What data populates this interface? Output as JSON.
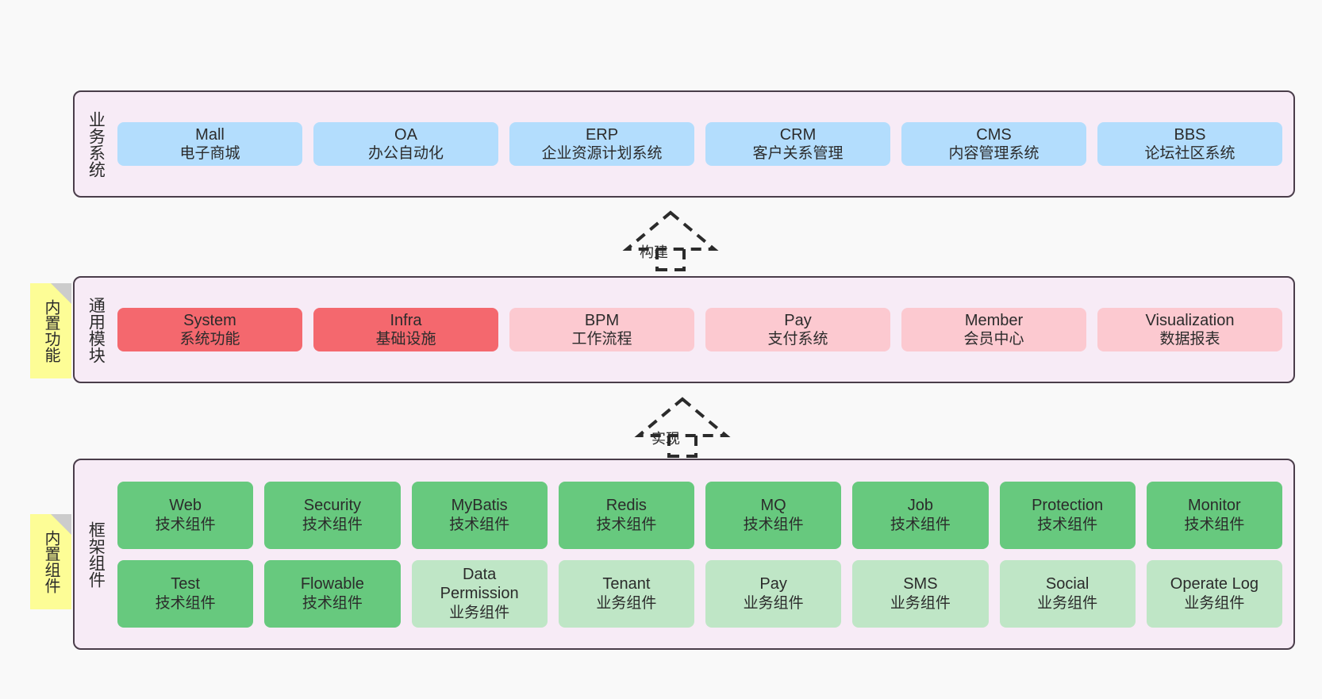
{
  "diagram": {
    "background_color": "#f9f9f9",
    "palette": {
      "band_fill": "#f7ebf6",
      "band_border": "#4a3d4a",
      "business_node": "#b3ddfd",
      "module_primary": "#f4686e",
      "module_secondary": "#fcc9d0",
      "tech_component": "#67c97e",
      "business_component": "#bfe6c6",
      "note_fill": "#fdfd96",
      "note_fold": "#cccccc",
      "text": "#2b2b2b"
    },
    "layers": [
      {
        "id": "business-system",
        "title": "业务系统",
        "note": null,
        "rows": [
          {
            "nodes": [
              {
                "en": "Mall",
                "cn": "电子商城",
                "color": "blue"
              },
              {
                "en": "OA",
                "cn": "办公自动化",
                "color": "blue"
              },
              {
                "en": "ERP",
                "cn": "企业资源计划系统",
                "color": "blue"
              },
              {
                "en": "CRM",
                "cn": "客户关系管理",
                "color": "blue"
              },
              {
                "en": "CMS",
                "cn": "内容管理系统",
                "color": "blue"
              },
              {
                "en": "BBS",
                "cn": "论坛社区系统",
                "color": "blue"
              }
            ]
          }
        ]
      },
      {
        "id": "common-modules",
        "title": "通用模块",
        "note": "内置功能",
        "rows": [
          {
            "nodes": [
              {
                "en": "System",
                "cn": "系统功能",
                "color": "red"
              },
              {
                "en": "Infra",
                "cn": "基础设施",
                "color": "red"
              },
              {
                "en": "BPM",
                "cn": "工作流程",
                "color": "pink"
              },
              {
                "en": "Pay",
                "cn": "支付系统",
                "color": "pink"
              },
              {
                "en": "Member",
                "cn": "会员中心",
                "color": "pink"
              },
              {
                "en": "Visualization",
                "cn": "数据报表",
                "color": "pink"
              }
            ]
          }
        ]
      },
      {
        "id": "framework-components",
        "title": "框架组件",
        "note": "内置组件",
        "rows": [
          {
            "nodes": [
              {
                "en": "Web",
                "cn": "技术组件",
                "color": "green"
              },
              {
                "en": "Security",
                "cn": "技术组件",
                "color": "green"
              },
              {
                "en": "MyBatis",
                "cn": "技术组件",
                "color": "green"
              },
              {
                "en": "Redis",
                "cn": "技术组件",
                "color": "green"
              },
              {
                "en": "MQ",
                "cn": "技术组件",
                "color": "green"
              },
              {
                "en": "Job",
                "cn": "技术组件",
                "color": "green"
              },
              {
                "en": "Protection",
                "cn": "技术组件",
                "color": "green"
              },
              {
                "en": "Monitor",
                "cn": "技术组件",
                "color": "green"
              }
            ]
          },
          {
            "nodes": [
              {
                "en": "Test",
                "cn": "技术组件",
                "color": "green"
              },
              {
                "en": "Flowable",
                "cn": "技术组件",
                "color": "green"
              },
              {
                "en": "Data Permission",
                "cn": "业务组件",
                "color": "lgreen"
              },
              {
                "en": "Tenant",
                "cn": "业务组件",
                "color": "lgreen"
              },
              {
                "en": "Pay",
                "cn": "业务组件",
                "color": "lgreen"
              },
              {
                "en": "SMS",
                "cn": "业务组件",
                "color": "lgreen"
              },
              {
                "en": "Social",
                "cn": "业务组件",
                "color": "lgreen"
              },
              {
                "en": "Operate Log",
                "cn": "业务组件",
                "color": "lgreen"
              }
            ]
          }
        ]
      }
    ],
    "connectors": [
      {
        "id": "build",
        "label": "构建",
        "style": "dashed-generalization",
        "direction": "up",
        "from": "common-modules",
        "to": "business-system"
      },
      {
        "id": "implement",
        "label": "实现",
        "style": "dashed-generalization",
        "direction": "up",
        "from": "framework-components",
        "to": "common-modules"
      }
    ]
  }
}
